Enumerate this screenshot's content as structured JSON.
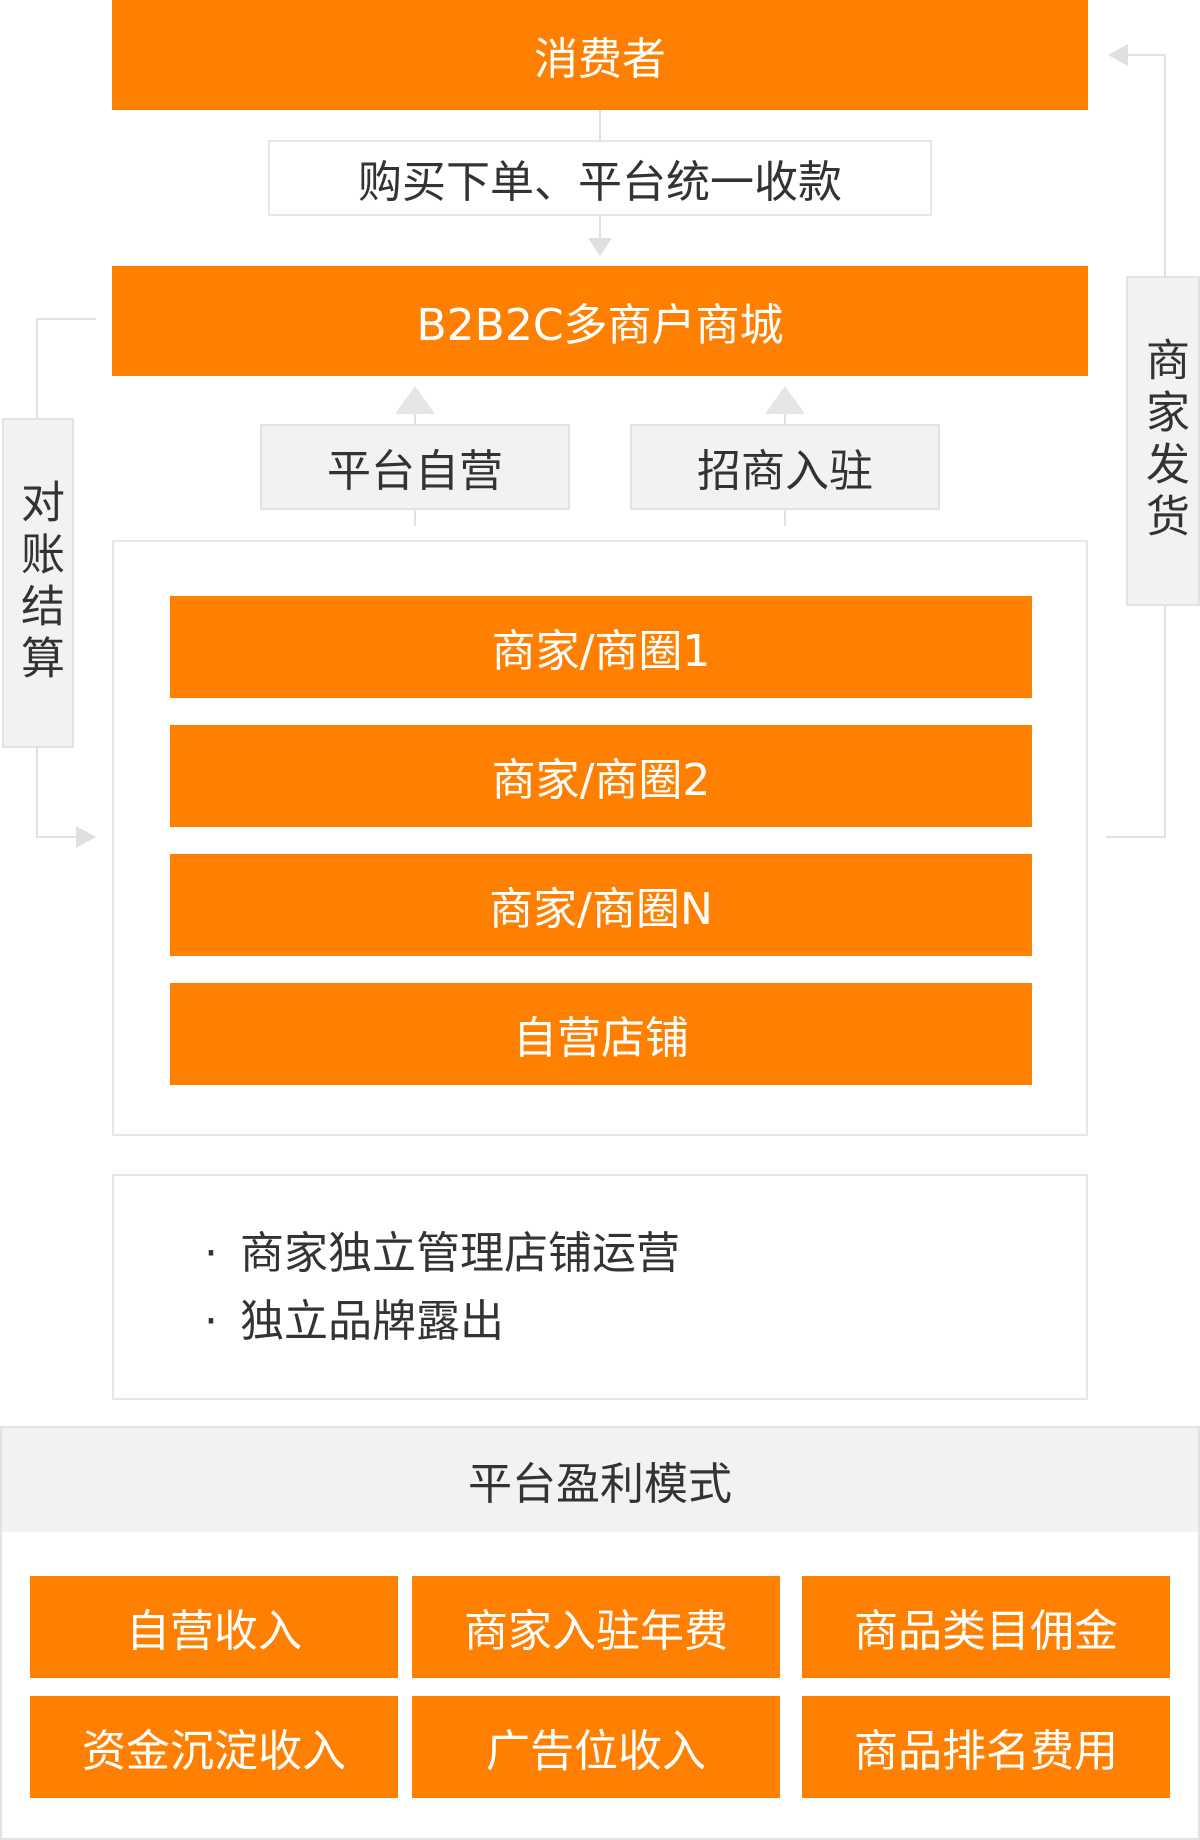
{
  "consumer": {
    "label": "消费者"
  },
  "purchase": {
    "label": "购买下单、平台统一收款"
  },
  "mall": {
    "label": "B2B2C多商户商城"
  },
  "channels": [
    {
      "label": "平台自营"
    },
    {
      "label": "招商入驻"
    }
  ],
  "merchants": [
    {
      "label": "商家/商圈1"
    },
    {
      "label": "商家/商圈2"
    },
    {
      "label": "商家/商圈N"
    },
    {
      "label": "自营店铺"
    }
  ],
  "left_side": {
    "label": "对账结算"
  },
  "right_side": {
    "label": "商家发货"
  },
  "notes": [
    {
      "bullet": "·",
      "text": "商家独立管理店铺运营"
    },
    {
      "bullet": "·",
      "text": "独立品牌露出"
    }
  ],
  "profit": {
    "title": "平台盈利模式",
    "items": [
      {
        "label": "自营收入"
      },
      {
        "label": "商家入驻年费"
      },
      {
        "label": "商品类目佣金"
      },
      {
        "label": "资金沉淀收入"
      },
      {
        "label": "广告位收入"
      },
      {
        "label": "商品排名费用"
      }
    ]
  },
  "colors": {
    "accent": "#ff8000",
    "panel": "#f2f2f2",
    "border": "#e6e6e6",
    "text": "#333333"
  }
}
